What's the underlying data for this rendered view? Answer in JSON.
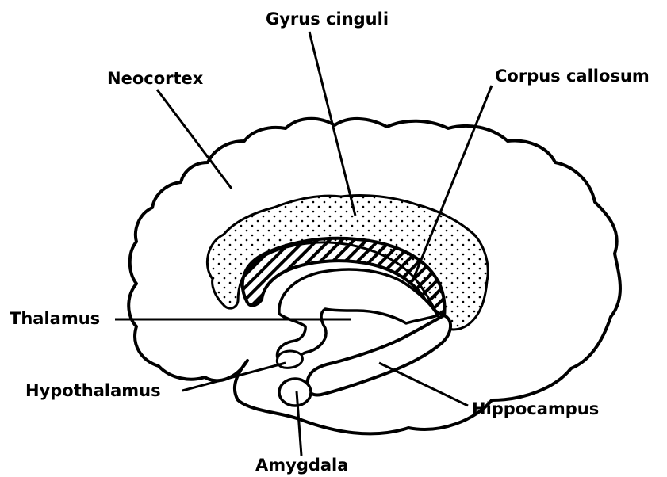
{
  "labels": {
    "gyrus_cinguli": "Gyrus cinguli",
    "neocortex": "Neocortex",
    "corpus_callosum": "Corpus callosum",
    "thalamus": "Thalamus",
    "hypothalamus": "Hypothalamus",
    "hippocampus": "Hippocampus",
    "amygdala": "Amygdala"
  },
  "colors": {
    "ink": "#000000",
    "background": "#ffffff"
  }
}
